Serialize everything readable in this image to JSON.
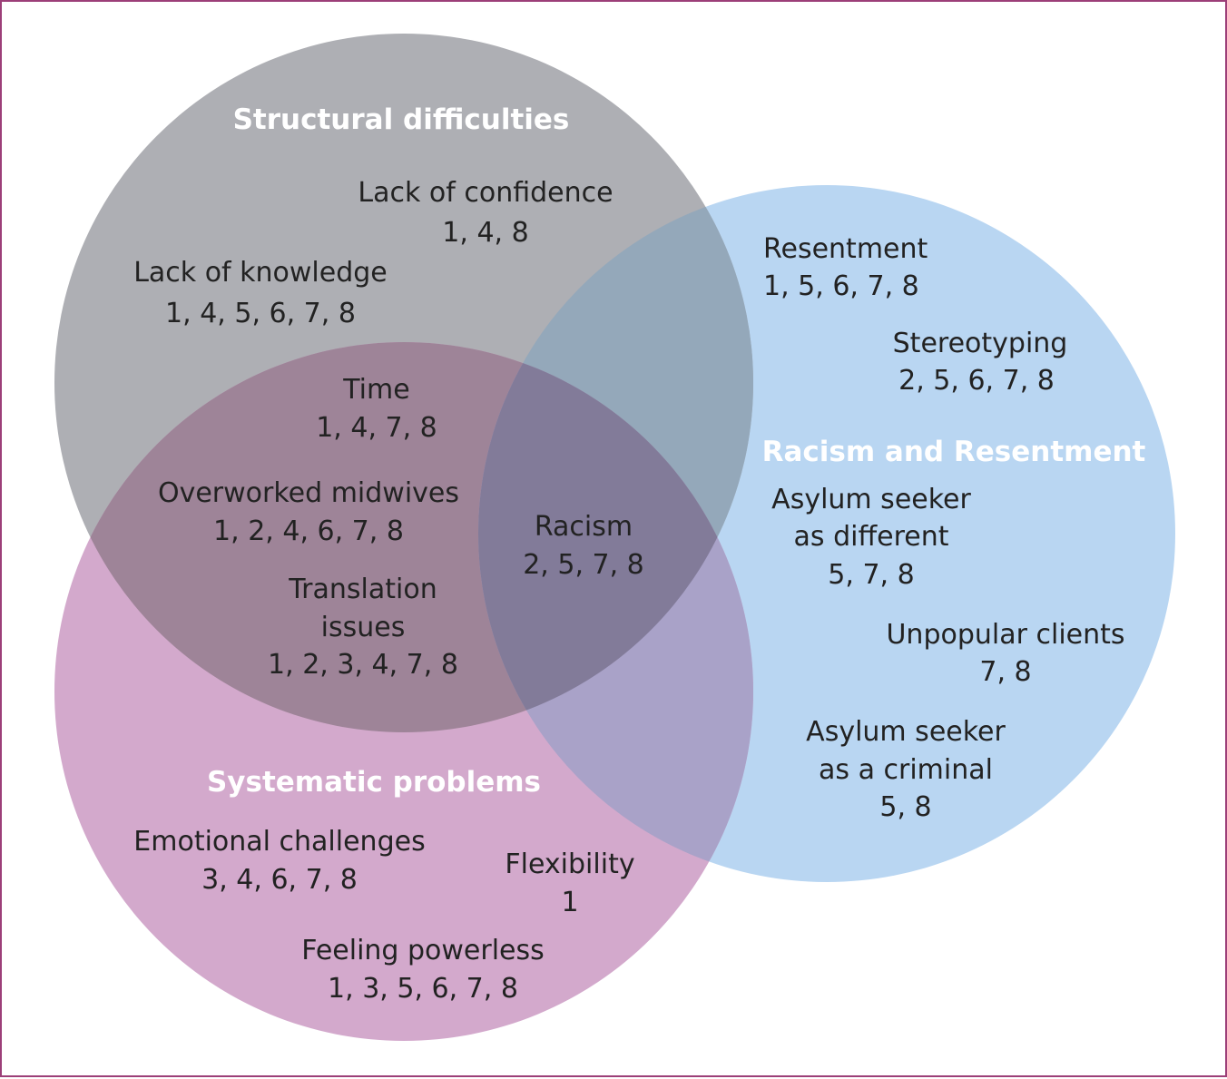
{
  "colors": {
    "structural": "#aeafb4",
    "racism": "#b9d6f2",
    "systematic": "#d3a9cc",
    "overlap_structural_systematic": "#9e8498",
    "overlap_structural_racism": "#94a8ba",
    "overlap_racism_systematic": "#a9a2c8",
    "overlap_all": "#827b99",
    "title_text": "#ffffff",
    "item_text": "#222222",
    "border": "#9c3f78"
  },
  "sets": {
    "structural": {
      "title": "Structural difficulties"
    },
    "racism": {
      "title": "Racism and Resentment"
    },
    "systematic": {
      "title": "Systematic problems"
    }
  },
  "items": {
    "lack_of_confidence": {
      "label": "Lack of confidence",
      "refs": "1, 4, 8"
    },
    "lack_of_knowledge": {
      "label": "Lack of knowledge",
      "refs": "1, 4, 5, 6, 7, 8"
    },
    "time": {
      "label": "Time",
      "refs": "1, 4, 7, 8"
    },
    "overworked_midwives": {
      "label": "Overworked midwives",
      "refs": "1, 2, 4, 6, 7, 8"
    },
    "translation_issues": {
      "label_line1": "Translation",
      "label_line2": "issues",
      "refs": "1, 2, 3, 4, 7, 8"
    },
    "racism": {
      "label": "Racism",
      "refs": "2, 5, 7, 8"
    },
    "resentment": {
      "label": "Resentment",
      "refs": "1, 5, 6, 7, 8"
    },
    "stereotyping": {
      "label": "Stereotyping",
      "refs": "2, 5, 6, 7, 8"
    },
    "asylum_seeker_different": {
      "label_line1": "Asylum seeker",
      "label_line2": "as different",
      "refs": "5, 7, 8"
    },
    "unpopular_clients": {
      "label": "Unpopular clients",
      "refs": "7, 8"
    },
    "asylum_seeker_criminal": {
      "label_line1": "Asylum seeker",
      "label_line2": "as a criminal",
      "refs": "5, 8"
    },
    "emotional_challenges": {
      "label": "Emotional challenges",
      "refs": "3, 4, 6, 7, 8"
    },
    "flexibility": {
      "label": "Flexibility",
      "refs": "1"
    },
    "feeling_powerless": {
      "label": "Feeling powerless",
      "refs": "1, 3, 5, 6, 7, 8"
    }
  }
}
